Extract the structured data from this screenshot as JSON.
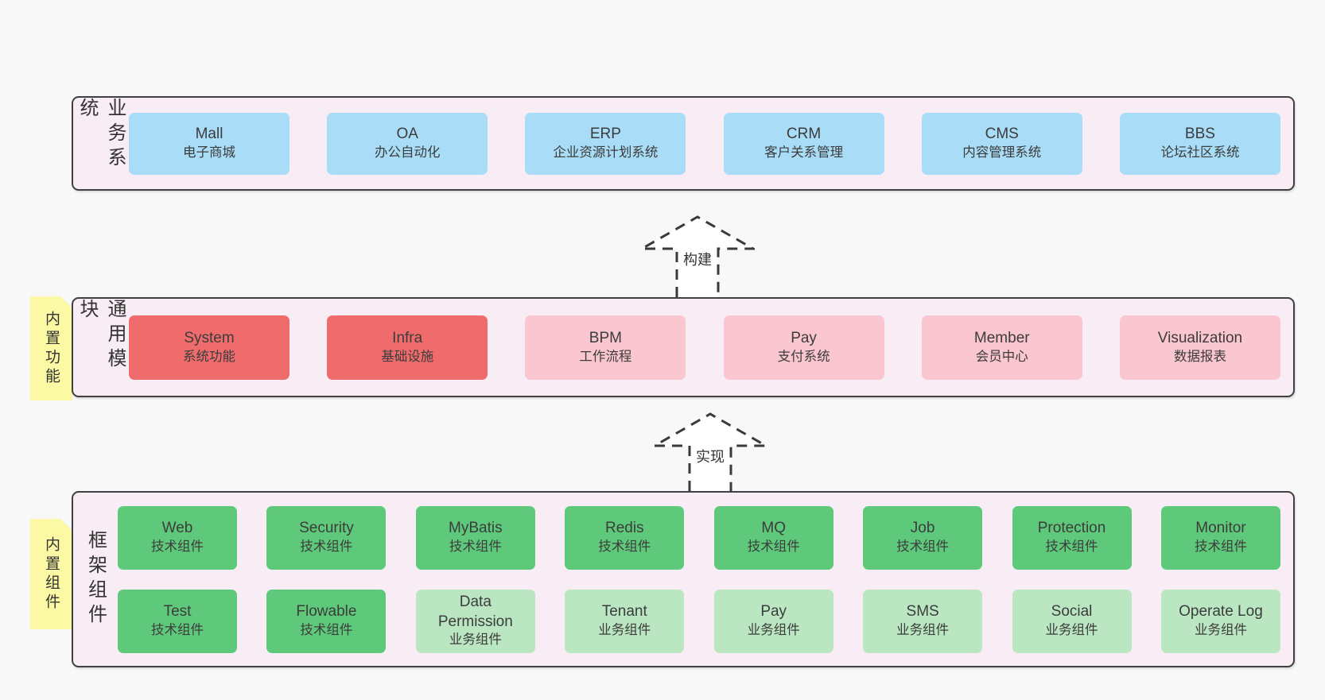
{
  "colors": {
    "page-bg": "#f8f8f8",
    "band-bg": "#f8edf5",
    "band-border": "#404040",
    "blue": "#a9dcf6",
    "red": "#f06c6c",
    "pink": "#fac6cf",
    "green": "#5ec97a",
    "lightgreen": "#bae6c2",
    "sticky": "#fbf9a3",
    "sticky-fold": "#c9c9c9",
    "text": "#3c3c3c",
    "arrow": "#3a3a3a"
  },
  "bands": {
    "business": {
      "label": "业务系统",
      "boxes": [
        {
          "title": "Mall",
          "subtitle": "电子商城"
        },
        {
          "title": "OA",
          "subtitle": "办公自动化"
        },
        {
          "title": "ERP",
          "subtitle": "企业资源计划系统"
        },
        {
          "title": "CRM",
          "subtitle": "客户关系管理"
        },
        {
          "title": "CMS",
          "subtitle": "内容管理系统"
        },
        {
          "title": "BBS",
          "subtitle": "论坛社区系统"
        }
      ]
    },
    "common": {
      "label": "通用模块",
      "sticky": "内置功能",
      "boxes": [
        {
          "title": "System",
          "subtitle": "系统功能",
          "variant": "red"
        },
        {
          "title": "Infra",
          "subtitle": "基础设施",
          "variant": "red"
        },
        {
          "title": "BPM",
          "subtitle": "工作流程",
          "variant": "pink"
        },
        {
          "title": "Pay",
          "subtitle": "支付系统",
          "variant": "pink"
        },
        {
          "title": "Member",
          "subtitle": "会员中心",
          "variant": "pink"
        },
        {
          "title": "Visualization",
          "subtitle": "数据报表",
          "variant": "pink"
        }
      ]
    },
    "framework": {
      "label": "框架组件",
      "sticky": "内置组件",
      "row1": [
        {
          "title": "Web",
          "subtitle": "技术组件",
          "variant": "green"
        },
        {
          "title": "Security",
          "subtitle": "技术组件",
          "variant": "green"
        },
        {
          "title": "MyBatis",
          "subtitle": "技术组件",
          "variant": "green"
        },
        {
          "title": "Redis",
          "subtitle": "技术组件",
          "variant": "green"
        },
        {
          "title": "MQ",
          "subtitle": "技术组件",
          "variant": "green"
        },
        {
          "title": "Job",
          "subtitle": "技术组件",
          "variant": "green"
        },
        {
          "title": "Protection",
          "subtitle": "技术组件",
          "variant": "green"
        },
        {
          "title": "Monitor",
          "subtitle": "技术组件",
          "variant": "green"
        }
      ],
      "row2": [
        {
          "title": "Test",
          "subtitle": "技术组件",
          "variant": "green"
        },
        {
          "title": "Flowable",
          "subtitle": "技术组件",
          "variant": "green"
        },
        {
          "title": "Data Permission",
          "subtitle": "业务组件",
          "variant": "lightgreen"
        },
        {
          "title": "Tenant",
          "subtitle": "业务组件",
          "variant": "lightgreen"
        },
        {
          "title": "Pay",
          "subtitle": "业务组件",
          "variant": "lightgreen"
        },
        {
          "title": "SMS",
          "subtitle": "业务组件",
          "variant": "lightgreen"
        },
        {
          "title": "Social",
          "subtitle": "业务组件",
          "variant": "lightgreen"
        },
        {
          "title": "Operate Log",
          "subtitle": "业务组件",
          "variant": "lightgreen"
        }
      ]
    }
  },
  "arrows": [
    {
      "label": "构建"
    },
    {
      "label": "实现"
    }
  ]
}
